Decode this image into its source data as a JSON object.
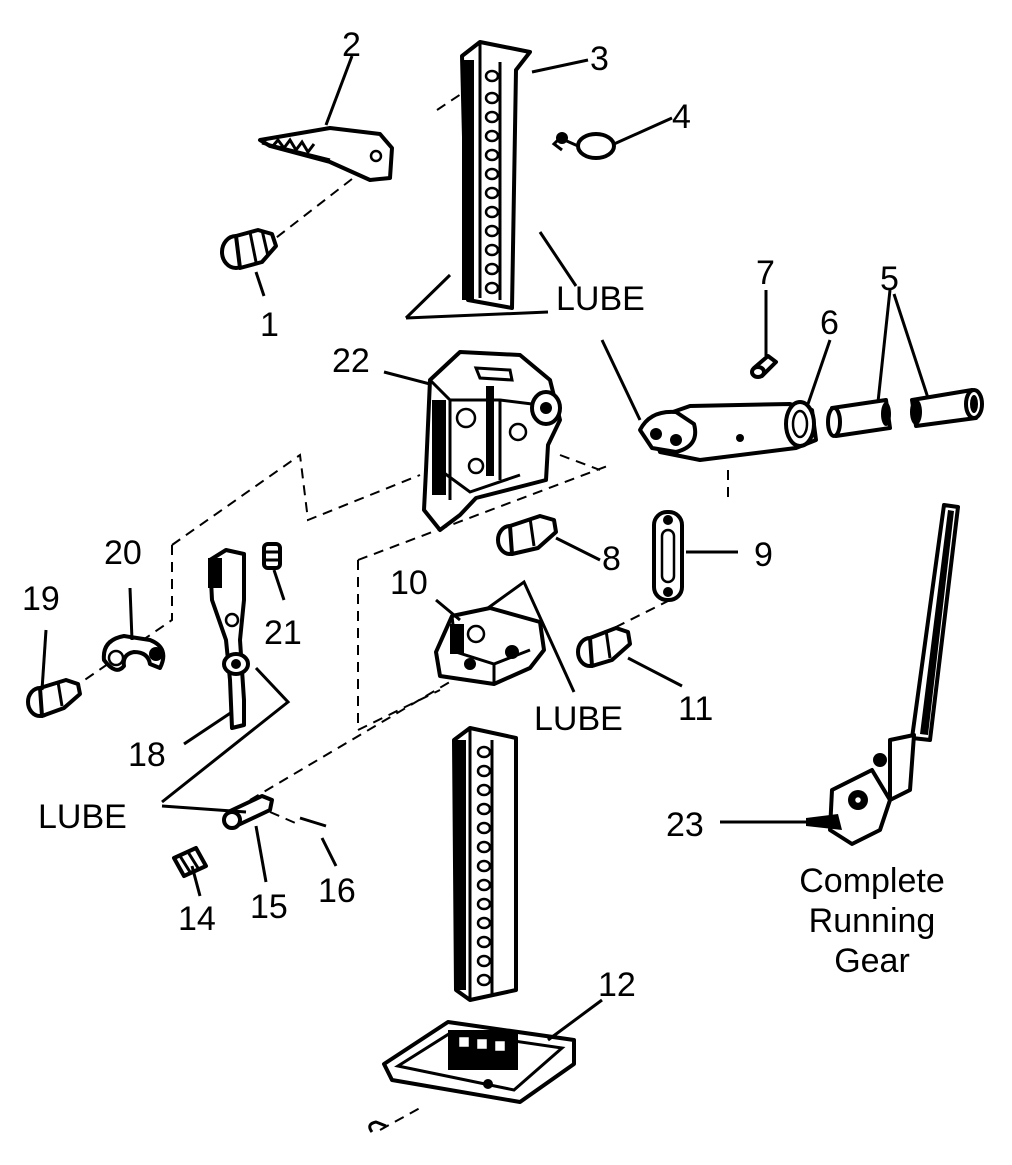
{
  "parts": {
    "p1": "1",
    "p2": "2",
    "p3": "3",
    "p4": "4",
    "p5": "5",
    "p6": "6",
    "p7": "7",
    "p8": "8",
    "p9": "9",
    "p10": "10",
    "p11": "11",
    "p12": "12",
    "p14": "14",
    "p15": "15",
    "p16": "16",
    "p18": "18",
    "p19": "19",
    "p20": "20",
    "p21": "21",
    "p22": "22",
    "p23": "23"
  },
  "lube": {
    "top": "LUBE",
    "middle": "LUBE",
    "left": "LUBE"
  },
  "running_gear": {
    "line1": "Complete",
    "line2": "Running",
    "line3": "Gear"
  }
}
